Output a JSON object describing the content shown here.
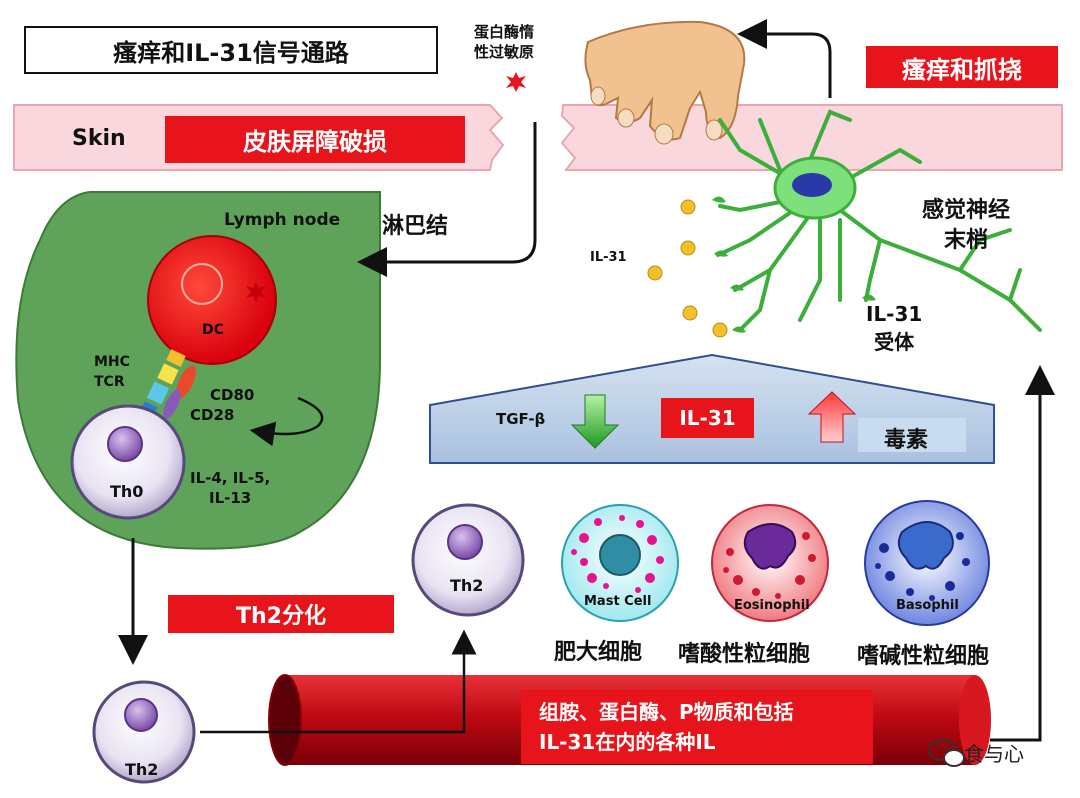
{
  "title": "瘙痒和IL-31信号通路",
  "allergen": {
    "line1": "蛋白酶惰",
    "line2": "性过敏原"
  },
  "skin": {
    "label": "Skin",
    "barrier_damage": "皮肤屏障破损"
  },
  "itch_scratch": "瘙痒和抓挠",
  "lymph_node": {
    "label": "Lymph node",
    "zh_label": "淋巴结"
  },
  "dc_label": "DC",
  "mhc_label": "MHC",
  "tcr_label": "TCR",
  "cd80_label": "CD80",
  "cd28_label": "CD28",
  "th0_label": "Th0",
  "interleukins": {
    "line1": "IL-4, IL-5,",
    "line2": "IL-13"
  },
  "th2_differentiation": "Th2分化",
  "th2_label": "Th2",
  "sensory_nerve": {
    "line1": "感觉神经",
    "line2": "末梢"
  },
  "il31_small": "IL-31",
  "il31_receptor": {
    "line1": "IL-31",
    "line2": "受体"
  },
  "panel": {
    "tgf": "TGF-β",
    "il31": "IL-31",
    "toxin": "毒素"
  },
  "cells": {
    "mast": {
      "en": "Mast Cell",
      "zh": "肥大细胞"
    },
    "eosinophil": {
      "en": "Eosinophil",
      "zh": "嗜酸性粒细胞"
    },
    "basophil": {
      "en": "Basophil",
      "zh": "嗜碱性粒细胞"
    }
  },
  "mediators": {
    "line1": "组胺、蛋白酶、P物质和包括",
    "line2": "IL-31在内的各种IL"
  },
  "watermark": "食与心",
  "colors": {
    "accent_red": "#e8141c",
    "skin_band": "#f9d7dc",
    "lymph_green": "#5fa35a",
    "dc_red": "#e8141c",
    "nerve_green": "#7ee07a",
    "panel_blue": "#b8cce4",
    "vessel_red": "#c8141c"
  }
}
